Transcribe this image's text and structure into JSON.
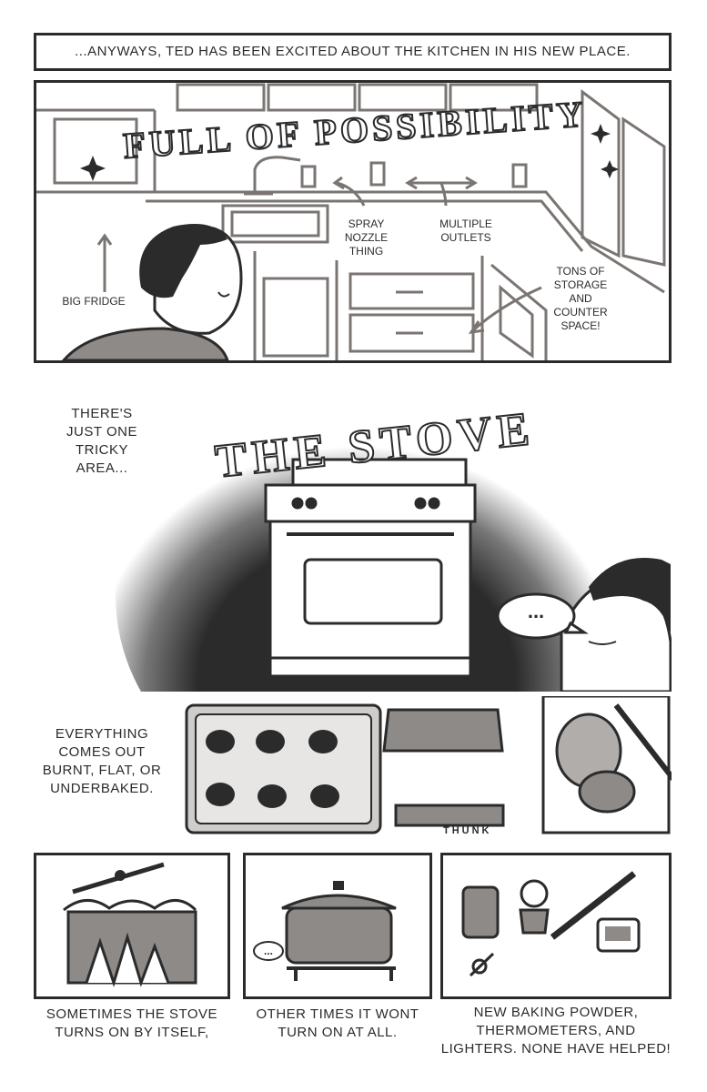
{
  "panel1": {
    "caption": "...ANYWAYS, TED HAS BEEN EXCITED ABOUT THE KITCHEN IN HIS NEW PLACE."
  },
  "panel2": {
    "title": "FULL OF POSSIBILITY",
    "labels": {
      "spray": "SPRAY NOZZLE THING",
      "outlets": "MULTIPLE OUTLETS",
      "storage": "TONS OF STORAGE AND COUNTER SPACE!",
      "fridge": "BIG FRIDGE"
    }
  },
  "panel3": {
    "caption": "THERE'S JUST ONE TRICKY AREA...",
    "title": "THE STOVE",
    "speech": "..."
  },
  "panel4": {
    "caption": "EVERYTHING COMES OUT BURNT, FLAT, OR UNDERBAKED.",
    "sfx": "THUNK"
  },
  "panel5": {
    "caption": "SOMETIMES THE STOVE TURNS ON BY ITSELF,"
  },
  "panel6": {
    "caption": "OTHER TIMES IT WONT TURN ON AT ALL."
  },
  "panel7": {
    "caption": "NEW BAKING POWDER, THERMOMETERS, AND LIGHTERS. NONE HAVE HELPED!"
  }
}
